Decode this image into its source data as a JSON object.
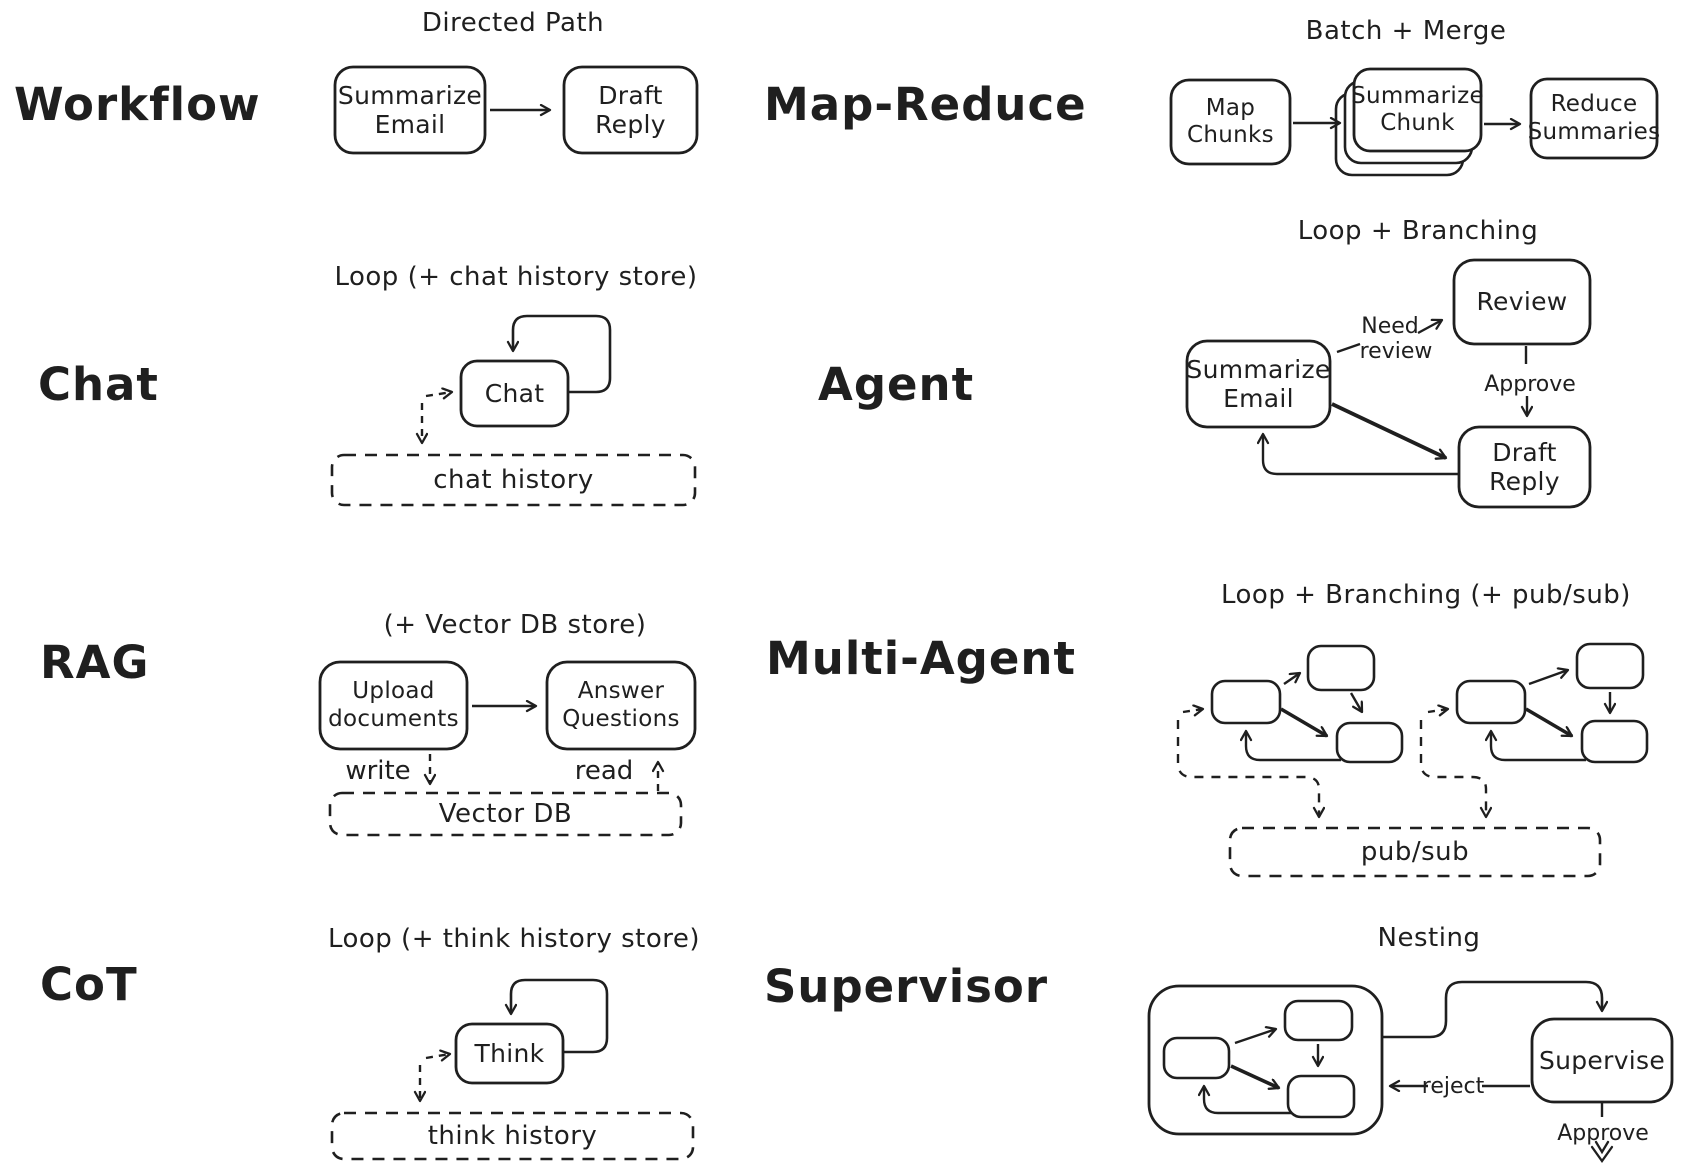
{
  "ink": "#1f1f1f",
  "background": "#ffffff",
  "panels": {
    "workflow": {
      "label": "Workflow",
      "title": "Directed Path",
      "node_summarize_line1": "Summarize",
      "node_summarize_line2": "Email",
      "node_draft_line1": "Draft",
      "node_draft_line2": "Reply"
    },
    "map_reduce": {
      "label": "Map-Reduce",
      "title": "Batch + Merge",
      "node_map_line1": "Map",
      "node_map_line2": "Chunks",
      "node_chunk_line1": "Summarize",
      "node_chunk_line2": "Chunk",
      "node_reduce_line1": "Reduce",
      "node_reduce_line2": "Summaries"
    },
    "chat": {
      "label": "Chat",
      "title": "Loop (+ chat history store)",
      "node_chat": "Chat",
      "store": "chat history"
    },
    "agent": {
      "label": "Agent",
      "title": "Loop + Branching",
      "node_summarize_line1": "Summarize",
      "node_summarize_line2": "Email",
      "node_review": "Review",
      "node_draft_line1": "Draft",
      "node_draft_line2": "Reply",
      "edge_need_line1": "Need",
      "edge_need_line2": "review",
      "edge_approve": "Approve"
    },
    "rag": {
      "label": "RAG",
      "title": "(+ Vector DB store)",
      "node_upload_line1": "Upload",
      "node_upload_line2": "documents",
      "node_answer_line1": "Answer",
      "node_answer_line2": "Questions",
      "edge_write": "write",
      "edge_read": "read",
      "store": "Vector DB"
    },
    "multi_agent": {
      "label": "Multi-Agent",
      "title": "Loop + Branching (+ pub/sub)",
      "store": "pub/sub"
    },
    "cot": {
      "label": "CoT",
      "title": "Loop (+ think history store)",
      "node_think": "Think",
      "store": "think history"
    },
    "supervisor": {
      "label": "Supervisor",
      "title": "Nesting",
      "node_supervise": "Supervise",
      "edge_reject": "reject",
      "edge_approve": "Approve"
    }
  }
}
